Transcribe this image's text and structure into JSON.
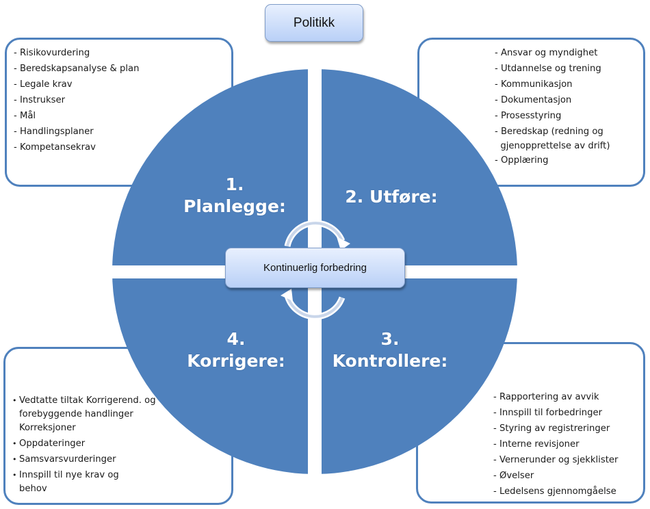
{
  "title_box": {
    "label": "Politikk"
  },
  "center_box": {
    "label": "Kontinuerlig forbedring",
    "icon": "cycle-arrows-icon"
  },
  "colors": {
    "quadrant_fill": "#4f81bd",
    "box_border": "#4f81bd",
    "pill_top": "#e8f0fe",
    "pill_bottom": "#b9d0f7"
  },
  "quadrants": [
    {
      "number": "1.",
      "name": "Planlegge:",
      "position": "top-left"
    },
    {
      "number": "2.",
      "name": "Utføre:",
      "position": "top-right"
    },
    {
      "number": "3.",
      "name": "Kontrollere:",
      "position": "bottom-right"
    },
    {
      "number": "4.",
      "name": "Korrigere:",
      "position": "bottom-left"
    }
  ],
  "boxes": {
    "plan": {
      "items": [
        "- Risikovurdering",
        "- Beredskapsanalyse & plan",
        "- Legale krav",
        "- Instrukser",
        "- Mål",
        "- Handlingsplaner",
        "- Kompetansekrav"
      ]
    },
    "do": {
      "items": [
        "- Ansvar og myndighet",
        "- Utdannelse og trening",
        "- Kommunikasjon",
        "- Dokumentasjon",
        "- Prosesstyring",
        "- Beredskap (redning og",
        "  gjenopprettelse av drift)",
        "- Opplæring"
      ]
    },
    "check": {
      "items": [
        "- Rapportering av avvik",
        "- Innspill til forbedringer",
        "- Styring av registreringer",
        "- Interne revisjoner",
        "- Vernerunder og sjekklister",
        "- Øvelser",
        "- Ledelsens gjennomgåelse"
      ]
    },
    "act": {
      "items": [
        "Vedtatte tiltak Korrigerend. og forebyggende handlinger Korreksjoner",
        "Oppdateringer",
        "Samsvarsvurderinger",
        "Innspill til nye krav og behov"
      ]
    }
  }
}
